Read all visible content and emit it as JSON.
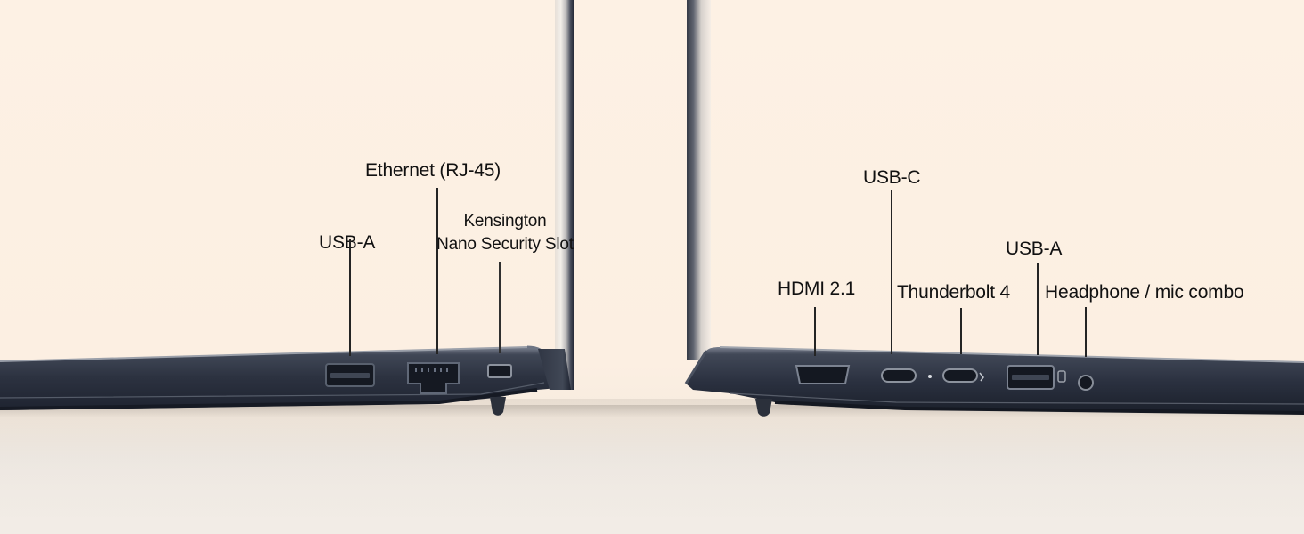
{
  "left_side": {
    "ports": [
      {
        "label": "USB-A"
      },
      {
        "label": "Ethernet (RJ-45)"
      },
      {
        "label_line1": "Kensington",
        "label_line2": "Nano Security Slot"
      }
    ]
  },
  "right_side": {
    "ports": [
      {
        "label": "HDMI 2.1"
      },
      {
        "label": "USB-C"
      },
      {
        "label": "Thunderbolt 4"
      },
      {
        "label": "USB-A"
      },
      {
        "label": "Headphone / mic combo"
      }
    ]
  },
  "colors": {
    "background": "#fcefe1",
    "laptop_body": "#2d3342",
    "label_text": "#111111"
  }
}
